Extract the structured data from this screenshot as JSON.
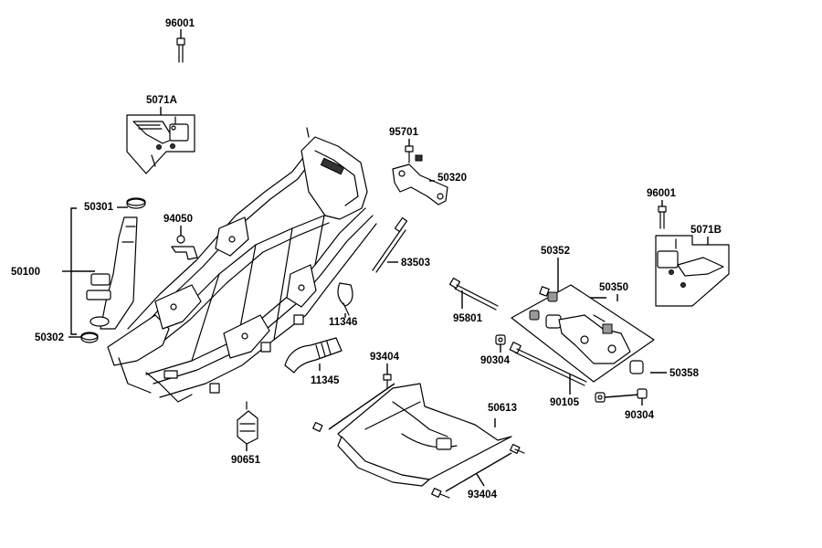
{
  "labels": {
    "l96001a": "96001",
    "l5071a": "5071A",
    "l95701": "95701",
    "l50320": "50320",
    "l50301": "50301",
    "l94050": "94050",
    "l50100": "50100",
    "l50302": "50302",
    "l96001b": "96001",
    "l5071b": "5071B",
    "l83503": "83503",
    "l50352": "50352",
    "l50350": "50350",
    "l95801": "95801",
    "l11346": "11346",
    "l90304a": "90304",
    "l50358": "50358",
    "l93404a": "93404",
    "l11345": "11345",
    "l90105": "90105",
    "l90304b": "90304",
    "l50613": "50613",
    "l90651": "90651",
    "l93404b": "93404"
  }
}
